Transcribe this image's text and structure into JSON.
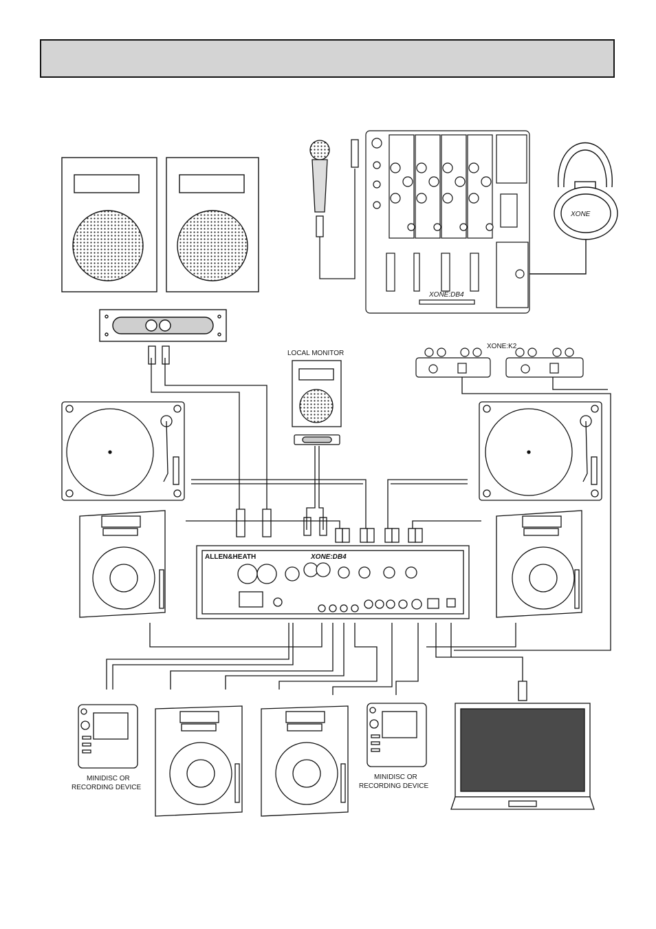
{
  "header": {
    "title": ""
  },
  "labels": {
    "local_monitor": "LOCAL MONITOR",
    "xone_k2": "XONE:K2",
    "mixer_brand": "ALLEN&HEATH",
    "mixer_model": "XONE:DB4",
    "mixer_model_front": "XONE:DB4",
    "headphone_brand": "XONE",
    "recorder_left_line1": "MINIDISC OR",
    "recorder_left_line2": "RECORDING DEVICE",
    "recorder_right_line1": "MINIDISC OR",
    "recorder_right_line2": "RECORDING DEVICE"
  },
  "colors": {
    "line": "#111111",
    "title_bar": "#d4d4d4",
    "laptop_screen": "#4a4a4a"
  }
}
